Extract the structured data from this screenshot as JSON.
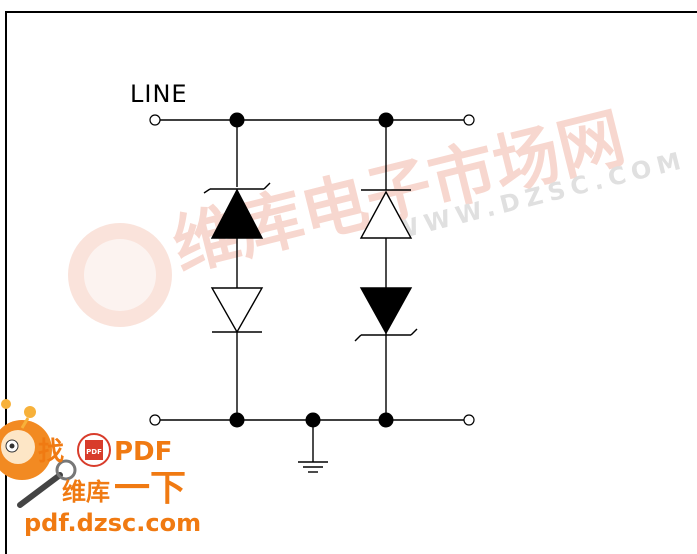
{
  "diagram": {
    "line_label": "LINE"
  },
  "watermark": {
    "cn_text": "维库电子市场网",
    "url_text": "WWW.DZSC.COM"
  },
  "logo": {
    "top_left": "找",
    "top_right": "PDF",
    "mid_left": "维库",
    "mid_right": "一下",
    "url": "pdf.dzsc.com",
    "pdf_badge": "PDF"
  },
  "colors": {
    "line": "#000000",
    "watermark": "#f2c9bf",
    "logo_orange": "#f28a22",
    "logo_text": "#f07a12"
  }
}
